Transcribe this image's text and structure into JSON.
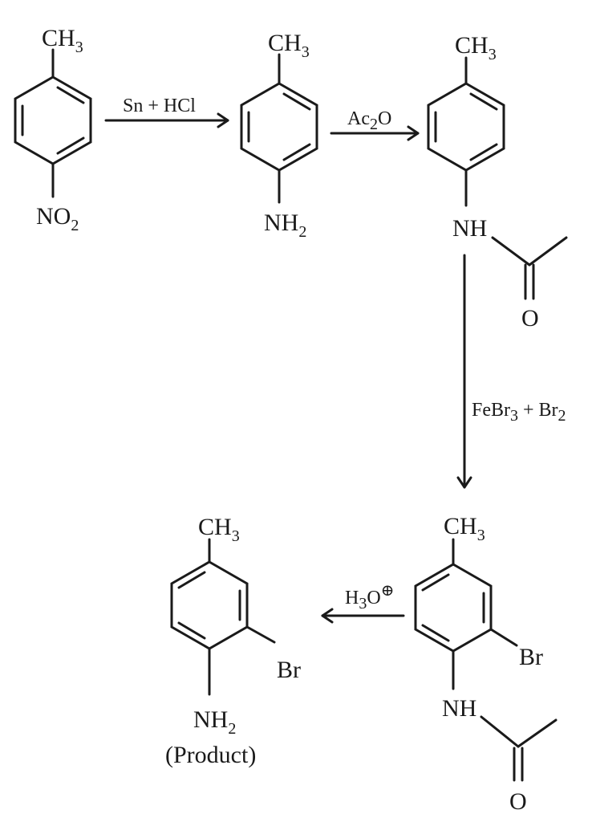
{
  "molecules": {
    "p_nitrotoluene": {
      "top_group": "CH",
      "top_sub": "3",
      "bottom_group": "NO",
      "bottom_sub": "2"
    },
    "p_toluidine": {
      "top_group": "CH",
      "top_sub": "3",
      "bottom_group": "NH",
      "bottom_sub": "2"
    },
    "acetanilide": {
      "top_group": "CH",
      "top_sub": "3",
      "nh_label": "NH",
      "carbonyl_o": "O"
    },
    "bromo_acetanilide": {
      "top_group": "CH",
      "top_sub": "3",
      "br_label": "Br",
      "nh_label": "NH",
      "carbonyl_o": "O"
    },
    "product": {
      "top_group": "CH",
      "top_sub": "3",
      "br_label": "Br",
      "bottom_group": "NH",
      "bottom_sub": "2",
      "caption": "(Product)"
    }
  },
  "reagents": {
    "step1": {
      "text": "Sn + HCl"
    },
    "step2": {
      "main": "Ac",
      "sub": "2",
      "tail": "O"
    },
    "step3": {
      "part1": "FeBr",
      "sub1": "3",
      "part2": " + Br",
      "sub2": "2"
    },
    "step4": {
      "main": "H",
      "sub": "3",
      "tail": "O",
      "charge": "⊕"
    }
  }
}
